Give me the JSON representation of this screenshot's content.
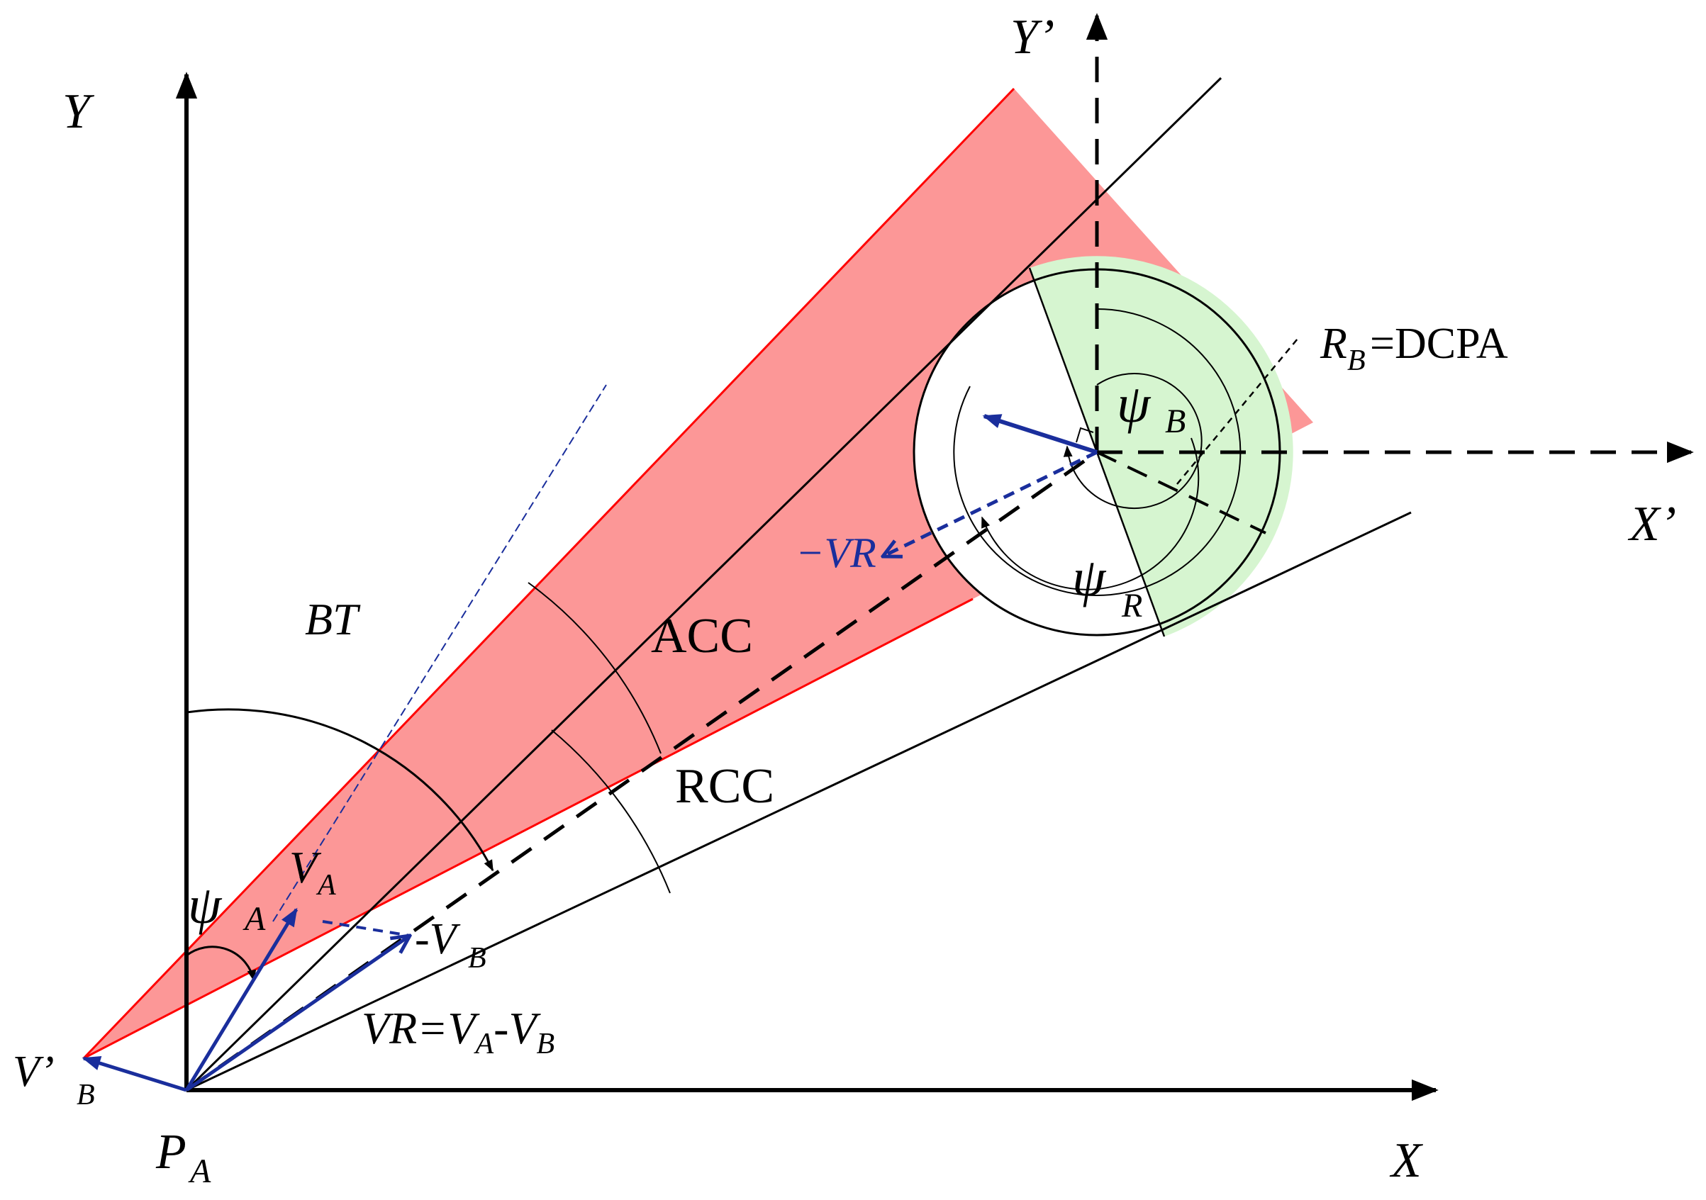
{
  "labels": {
    "y_axis": "Y",
    "x_axis": "X",
    "y_prime": "Y’",
    "x_prime": "X’",
    "origin_main": "P",
    "origin_sub": "A",
    "rb_main": "R",
    "rb_sub": "B",
    "rb_rest": "=DCPA",
    "psi_b_main": "ψ",
    "psi_b_sub": "B",
    "psi_r_main": "ψ",
    "psi_r_sub": "R",
    "psi_a_main": "ψ",
    "psi_a_sub": "A",
    "bt": "BT",
    "acc": "ACC",
    "rcc": "RCC",
    "neg_vr": "−VR",
    "va_main": "V",
    "va_sub": "A",
    "neg_vb_main": "-V",
    "neg_vb_sub": "B",
    "vr_eq_main": "VR",
    "vr_eq_eq": "=",
    "vr_eq_va": "V",
    "vr_eq_va_sub": "A",
    "vr_eq_minus": "-V",
    "vr_eq_vb_sub": "B",
    "vbp_main": "V’",
    "vbp_sub": "B"
  },
  "colors": {
    "collision_cone_fill": "#fc9797",
    "collision_cone_edge": "#ff0000",
    "safe_sector_fill": "#d6f5d0",
    "vector_blue": "#1a2e9c",
    "line_black": "#000000"
  }
}
